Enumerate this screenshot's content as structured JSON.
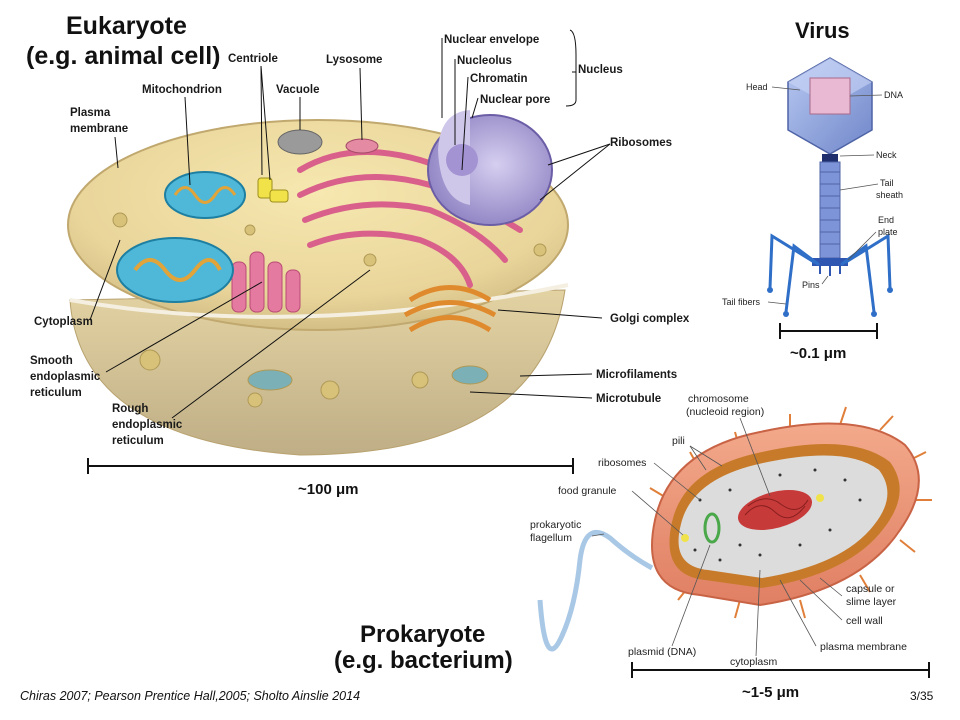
{
  "eukaryote": {
    "title_line1": "Eukaryote",
    "title_line2": "(e.g. animal cell)",
    "labels": {
      "centriole": "Centriole",
      "lysosome": "Lysosome",
      "nuclear_envelope": "Nuclear envelope",
      "nucleolus": "Nucleolus",
      "chromatin": "Chromatin",
      "nuclear_pore": "Nuclear pore",
      "nucleus": "Nucleus",
      "mitochondrion": "Mitochondrion",
      "vacuole": "Vacuole",
      "plasma_membrane_1": "Plasma",
      "plasma_membrane_2": "membrane",
      "ribosomes": "Ribosomes",
      "cytoplasm": "Cytoplasm",
      "golgi_complex": "Golgi complex",
      "smooth_er_1": "Smooth",
      "smooth_er_2": "endoplasmic",
      "smooth_er_3": "reticulum",
      "microfilaments": "Microfilaments",
      "microtubule": "Microtubule",
      "rough_er_1": "Rough",
      "rough_er_2": "endoplasmic",
      "rough_er_3": "reticulum"
    },
    "scale": "~100 μm"
  },
  "virus": {
    "title": "Virus",
    "labels": {
      "head": "Head",
      "dna": "DNA",
      "neck": "Neck",
      "tail_sheath_1": "Tail",
      "tail_sheath_2": "sheath",
      "end_plate_1": "End",
      "end_plate_2": "plate",
      "pins": "Pins",
      "tail_fibers": "Tail fibers"
    },
    "scale": "~0.1 μm"
  },
  "prokaryote": {
    "title_line1": "Prokaryote",
    "title_line2": "(e.g. bacterium)",
    "labels": {
      "chromosome_1": "chromosome",
      "chromosome_2": "(nucleoid region)",
      "pili": "pili",
      "ribosomes": "ribosomes",
      "food_granule": "food granule",
      "flagellum_1": "prokaryotic",
      "flagellum_2": "flagellum",
      "capsule_1": "capsule or",
      "capsule_2": "slime layer",
      "cell_wall": "cell wall",
      "plasmid": "plasmid (DNA)",
      "cytoplasm": "cytoplasm",
      "plasma_membrane": "plasma membrane"
    },
    "scale": "~1-5 μm"
  },
  "footer": {
    "citation": "Chiras 2007; Pearson Prentice Hall,2005; Sholto Ainslie 2014",
    "page": "3/35"
  }
}
